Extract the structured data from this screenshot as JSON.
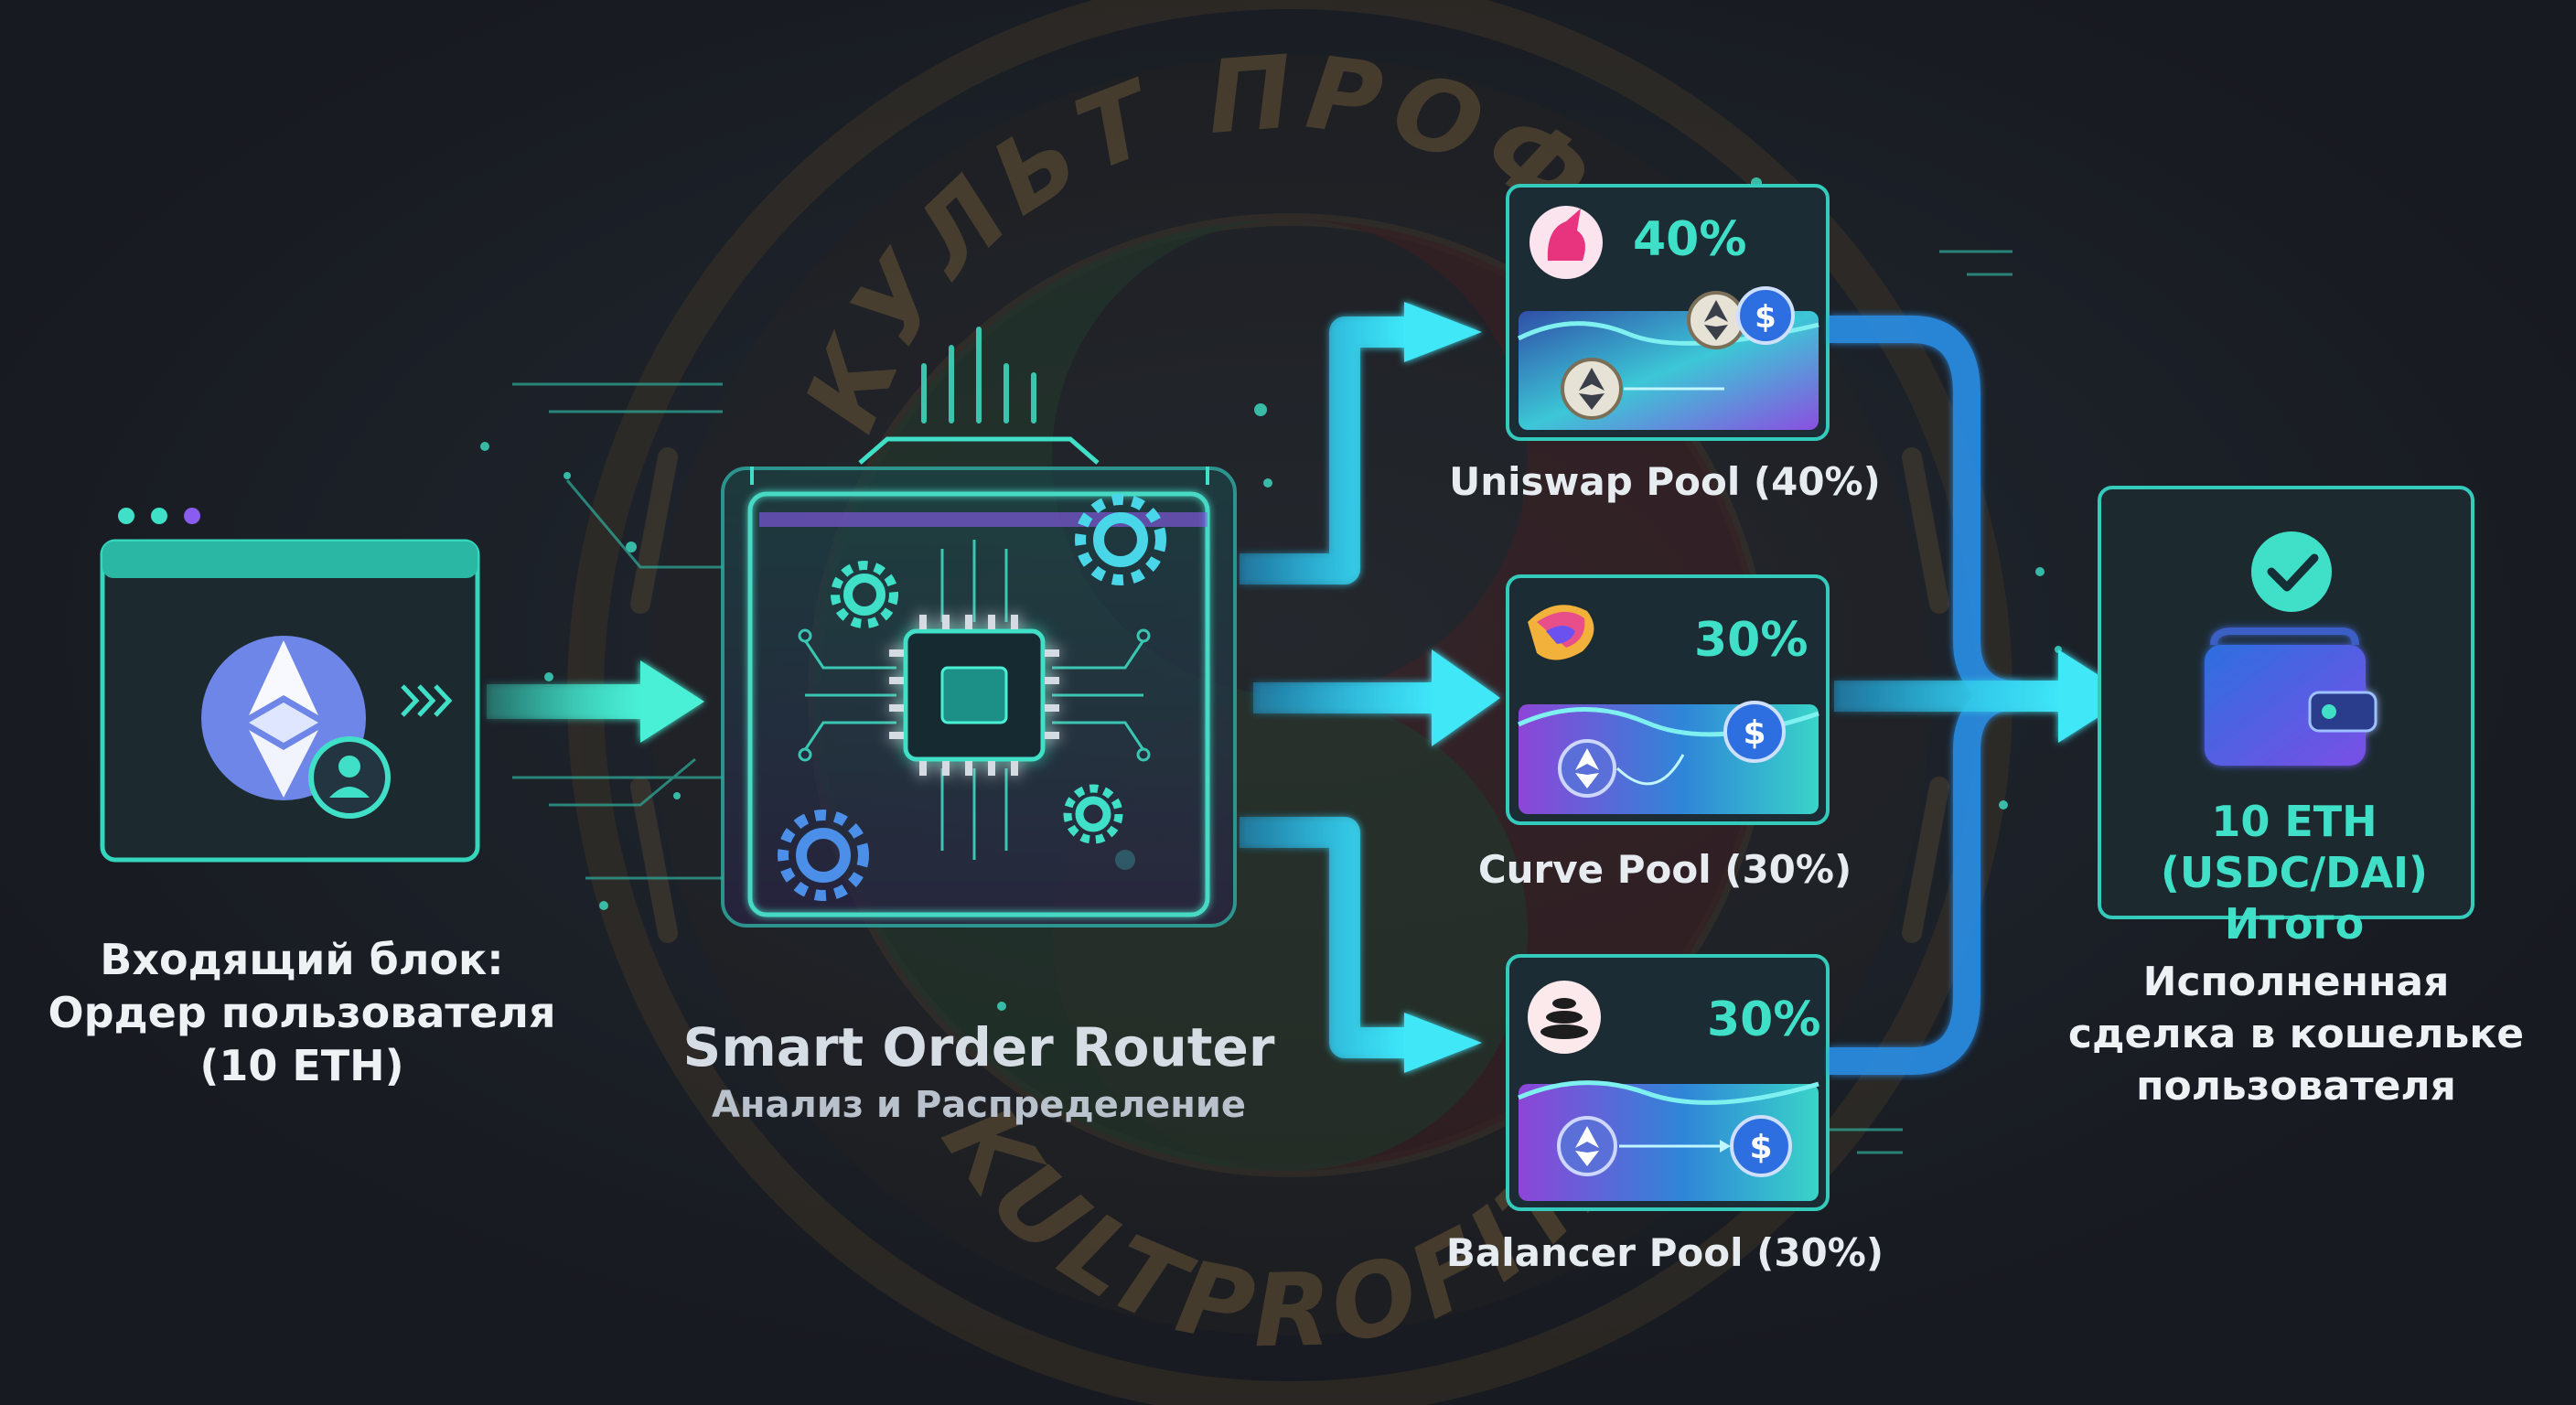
{
  "watermark": {
    "top_text": "КУЛЬТ ПРОФИТА",
    "bottom_text": "KULTPROFITA"
  },
  "input_block": {
    "caption_line1": "Входящий блок:",
    "caption_line2": "Ордер пользователя",
    "caption_line3": "(10 ETH)",
    "icon": "ethereum-user-icon"
  },
  "router": {
    "title": "Smart Order Router",
    "subtitle": "Анализ и Распределение",
    "icon": "chip-icon"
  },
  "pools": [
    {
      "name": "Uniswap Pool (40%)",
      "percent_label": "40%",
      "share": 0.4,
      "icon": "unicorn-icon"
    },
    {
      "name": "Curve Pool (30%)",
      "percent_label": "30%",
      "share": 0.3,
      "icon": "curve-icon"
    },
    {
      "name": "Balancer Pool (30%)",
      "percent_label": "30%",
      "share": 0.3,
      "icon": "balancer-icon"
    }
  ],
  "result": {
    "value_line1": "10 ETH (USDC/DAI)",
    "value_line2": "Итого",
    "icon": "wallet-check-icon"
  },
  "output_block": {
    "caption_line1": "Исполненная",
    "caption_line2": "сделка в кошельке",
    "caption_line3": "пользователя"
  },
  "colors": {
    "background": "#1b1f27",
    "accent_teal": "#3fe0c7",
    "accent_cyan": "#22c8ef",
    "accent_blue": "#2b8fe8",
    "accent_purple": "#8a5cf0",
    "ethereum_blue": "#6e86e8"
  }
}
